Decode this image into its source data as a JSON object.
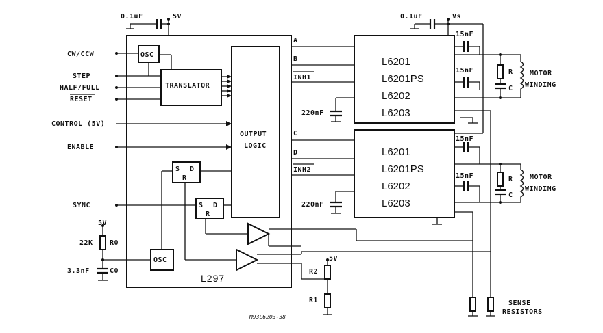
{
  "top_left": {
    "cap": "0.1uF",
    "supply": "5V"
  },
  "top_right": {
    "cap": "0.1uF",
    "supply": "Vs"
  },
  "inputs": [
    "CW/CCW",
    "STEP",
    "HALF/FULL",
    "RESET",
    "CONTROL (5V)",
    "ENABLE",
    "SYNC"
  ],
  "blocks": {
    "osc_top": "OSC",
    "translator": "TRANSLATOR",
    "output_logic_1": "OUTPUT",
    "output_logic_2": "LOGIC",
    "osc_bottom": "OSC",
    "chip": "L297",
    "sd1": "S",
    "sd1_d": "D",
    "sd1_r": "R",
    "sd2": "S",
    "sd2_d": "D",
    "sd2_r": "R"
  },
  "outputs": [
    "A",
    "B",
    "INH1",
    "C",
    "D",
    "INH2"
  ],
  "driver_parts": [
    "L6201",
    "L6201PS",
    "L6202",
    "L6203"
  ],
  "caps": {
    "c220_1": "220nF",
    "c220_2": "220nF",
    "c15_1": "15nF",
    "c15_2": "15nF",
    "c15_3": "15nF",
    "c15_4": "15nF"
  },
  "motor": {
    "r": "R",
    "c": "C",
    "label1": "MOTOR",
    "label2": "WINDING"
  },
  "osc_network": {
    "supply": "5V",
    "r_val": "22K",
    "r_name": "R0",
    "c_val": "3.3nF",
    "c_name": "C0"
  },
  "divider": {
    "supply": "5V",
    "r2": "R2",
    "r1": "R1"
  },
  "sense": {
    "line1": "SENSE",
    "line2": "RESISTORS"
  },
  "ref": "M93L6203-38"
}
